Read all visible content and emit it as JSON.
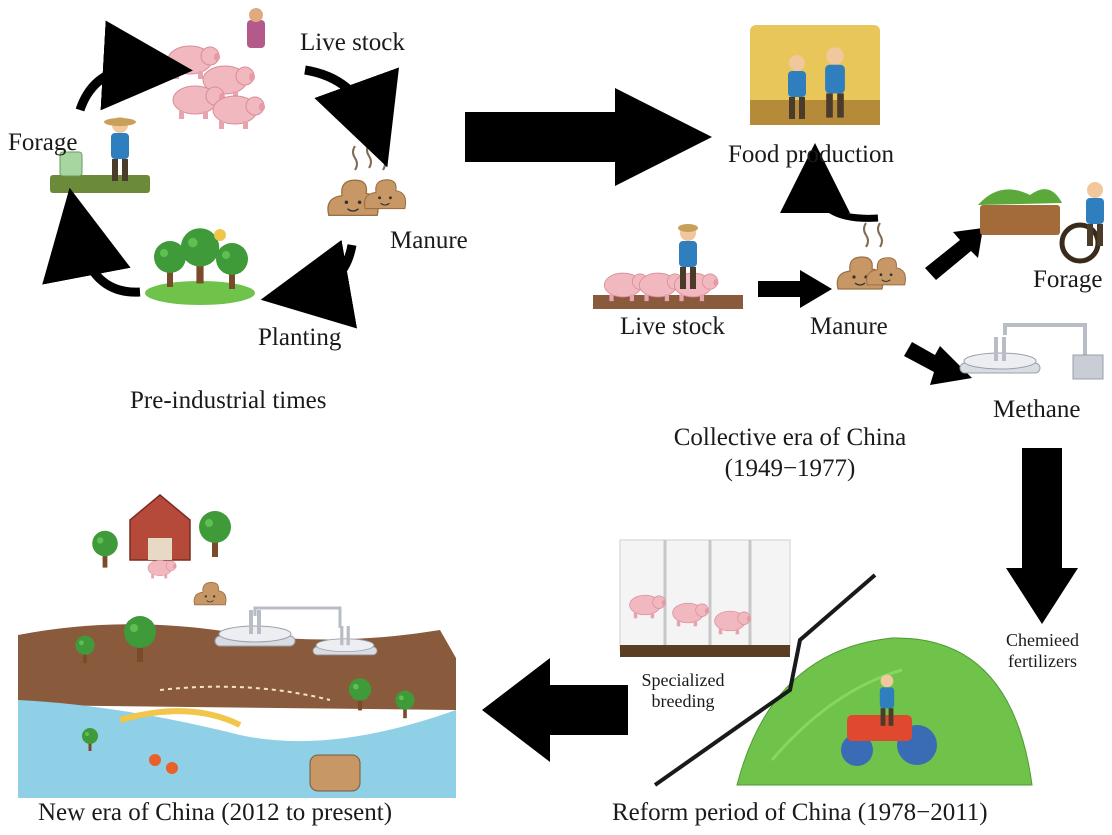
{
  "pre_industrial": {
    "caption": "Pre-industrial times",
    "livestock": "Live stock",
    "forage": "Forage",
    "manure": "Manure",
    "planting": "Planting"
  },
  "collective": {
    "caption_line1": "Collective era of China",
    "caption_line2": "(1949−1977)",
    "food_production": "Food production",
    "livestock": "Live stock",
    "manure": "Manure",
    "forage": "Forage",
    "methane": "Methane"
  },
  "reform": {
    "caption": "Reform period of China (1978−2011)",
    "chem_line1": "Chemieed",
    "chem_line2": "fertilizers",
    "spec_line1": "Specialized",
    "spec_line2": "breeding"
  },
  "new_era": {
    "caption": "New era of China (2012 to present)"
  },
  "colors": {
    "arrow": "#000000",
    "pig": "#f2b8bf",
    "manure": "#c79766",
    "grass": "#6fc24a",
    "soil": "#8a5a3c",
    "water": "#8fd0e6",
    "barn": "#b54a3a"
  }
}
